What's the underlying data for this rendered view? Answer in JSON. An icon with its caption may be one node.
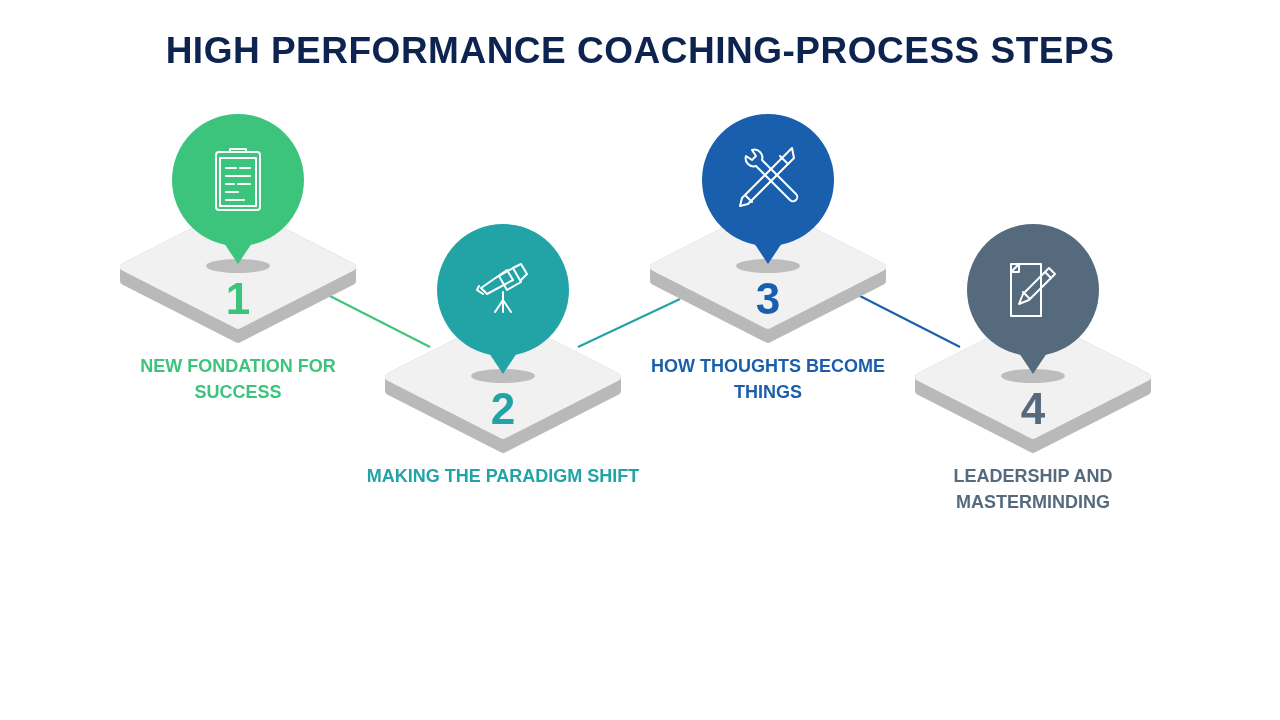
{
  "diagram": {
    "title": "HIGH PERFORMANCE COACHING-PROCESS STEPS",
    "nodes": [
      {
        "text": [
          "1"
        ],
        "beside": [
          "NEW FONDATION FOR SUCCESS"
        ]
      },
      {
        "text": [
          "2"
        ],
        "beside": [
          "MAKING THE PARADIGM SHIFT"
        ]
      },
      {
        "text": [
          "3"
        ],
        "beside": [
          "HOW THOUGHTS BECOME THINGS"
        ]
      },
      {
        "text": [
          "4"
        ],
        "beside": [
          "LEADERSHIP AND MASTERMINDING"
        ]
      }
    ],
    "edges": [
      {
        "from": 0,
        "to": 1,
        "arrow": "none",
        "color": "#3cc47c"
      },
      {
        "from": 1,
        "to": 2,
        "arrow": "none",
        "color": "#22a3a6"
      },
      {
        "from": 2,
        "to": 3,
        "arrow": "none",
        "color": "#1a5fad"
      }
    ]
  }
}
